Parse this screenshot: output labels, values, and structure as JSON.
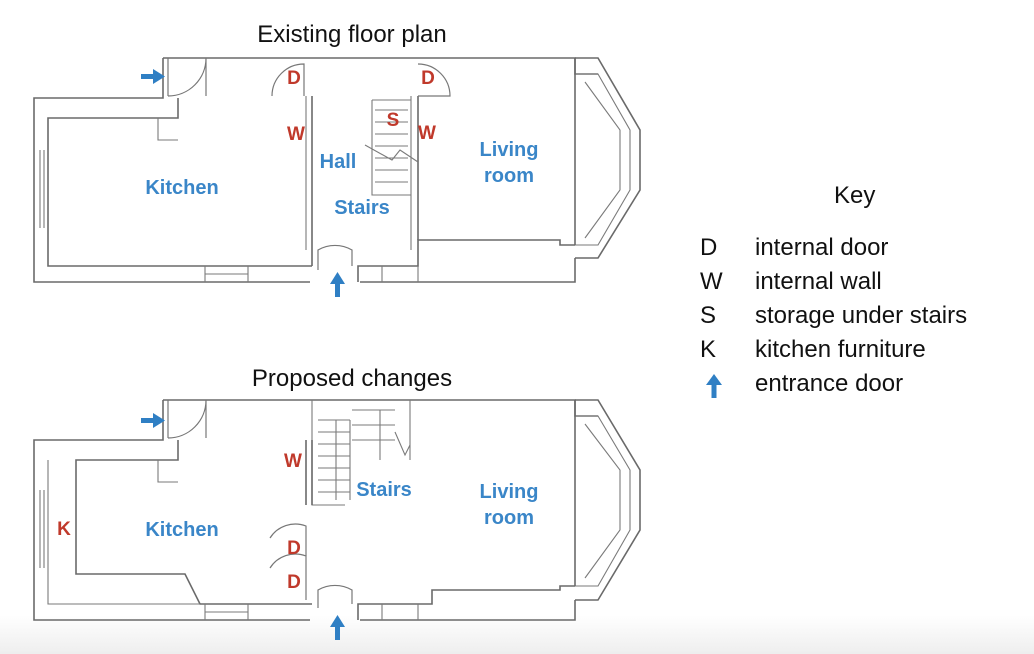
{
  "plans": [
    {
      "title": "Existing floor plan",
      "rooms": {
        "kitchen": "Kitchen",
        "hall": "Hall",
        "stairs": "Stairs",
        "living_line1": "Living",
        "living_line2": "room"
      },
      "codes": {
        "door_a": "D",
        "door_b": "D",
        "wall_a": "W",
        "wall_b": "W",
        "storage": "S"
      }
    },
    {
      "title": "Proposed changes",
      "rooms": {
        "kitchen": "Kitchen",
        "stairs": "Stairs",
        "living_line1": "Living",
        "living_line2": "room"
      },
      "codes": {
        "wall_a": "W",
        "kitchen_furniture": "K",
        "door_a": "D",
        "door_b": "D"
      }
    }
  ],
  "key": {
    "title": "Key",
    "items": [
      {
        "code": "D",
        "label": "internal door"
      },
      {
        "code": "W",
        "label": "internal wall"
      },
      {
        "code": "S",
        "label": "storage under stairs"
      },
      {
        "code": "K",
        "label": "kitchen furniture"
      },
      {
        "code": "",
        "icon": "arrow-up-icon",
        "label": "entrance door"
      }
    ]
  },
  "colors": {
    "room_label": "#3a86c8",
    "code_label": "#c0392b",
    "arrow": "#2f7fc4",
    "wall": "#6a6a6a"
  }
}
